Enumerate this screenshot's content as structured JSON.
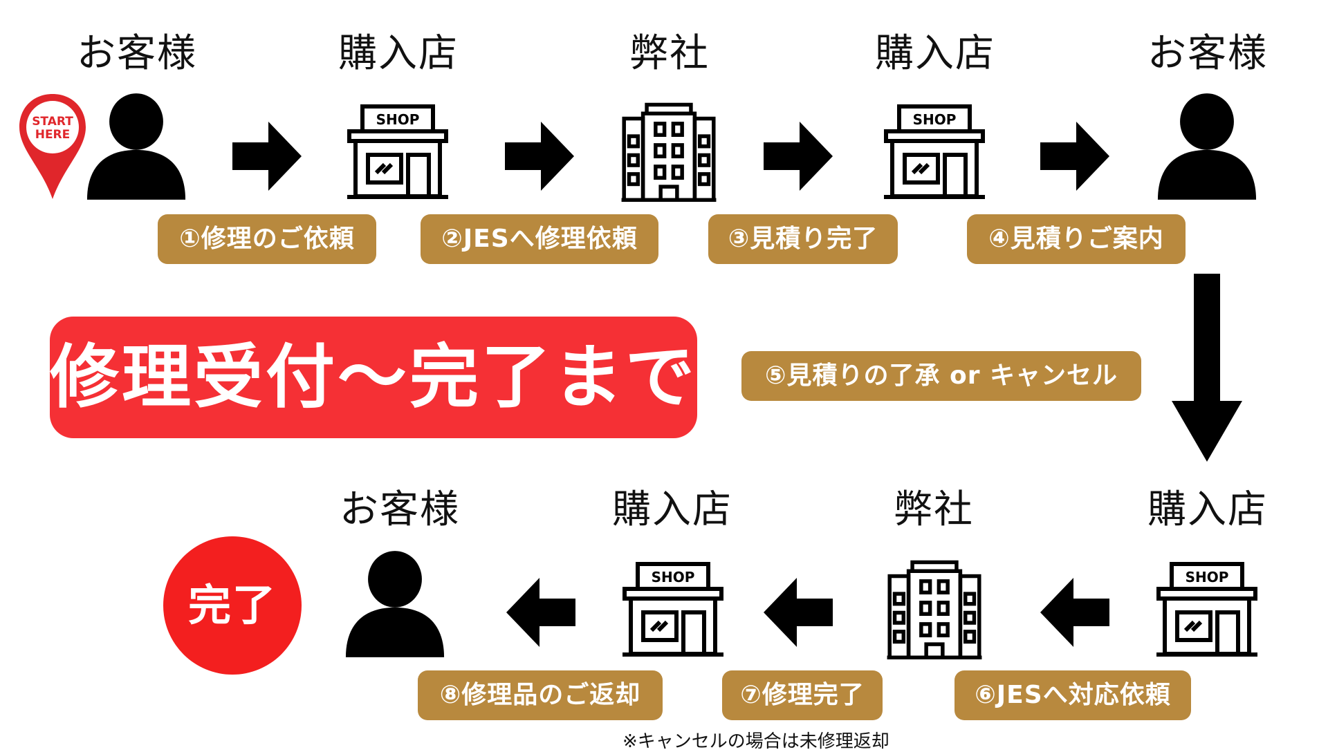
{
  "colors": {
    "step_bg": "#b8893e",
    "title_bg": "#f53035",
    "done_bg": "#f31f1f",
    "pin": "#e0262b",
    "icon": "#000000"
  },
  "title": "修理受付〜完了まで",
  "row1": {
    "nodes": [
      {
        "label": "お客様",
        "icon": "person-icon"
      },
      {
        "label": "購入店",
        "icon": "shop-icon"
      },
      {
        "label": "弊社",
        "icon": "building-icon"
      },
      {
        "label": "購入店",
        "icon": "shop-icon"
      },
      {
        "label": "お客様",
        "icon": "person-icon"
      }
    ],
    "steps": [
      "①修理のご依頼",
      "②JESへ修理依頼",
      "③見積り完了",
      "④見積りご案内"
    ]
  },
  "step5": "⑤見積りの了承 or キャンセル",
  "row2": {
    "nodes": [
      {
        "label": "お客様",
        "icon": "person-icon"
      },
      {
        "label": "購入店",
        "icon": "shop-icon"
      },
      {
        "label": "弊社",
        "icon": "building-icon"
      },
      {
        "label": "購入店",
        "icon": "shop-icon"
      }
    ],
    "steps": [
      "⑧修理品のご返却",
      "⑦修理完了",
      "⑥JESへ対応依頼"
    ]
  },
  "start_pin": {
    "line1": "START",
    "line2": "HERE"
  },
  "shop_sign": "SHOP",
  "done": "完了",
  "note": "※キャンセルの場合は未修理返却"
}
